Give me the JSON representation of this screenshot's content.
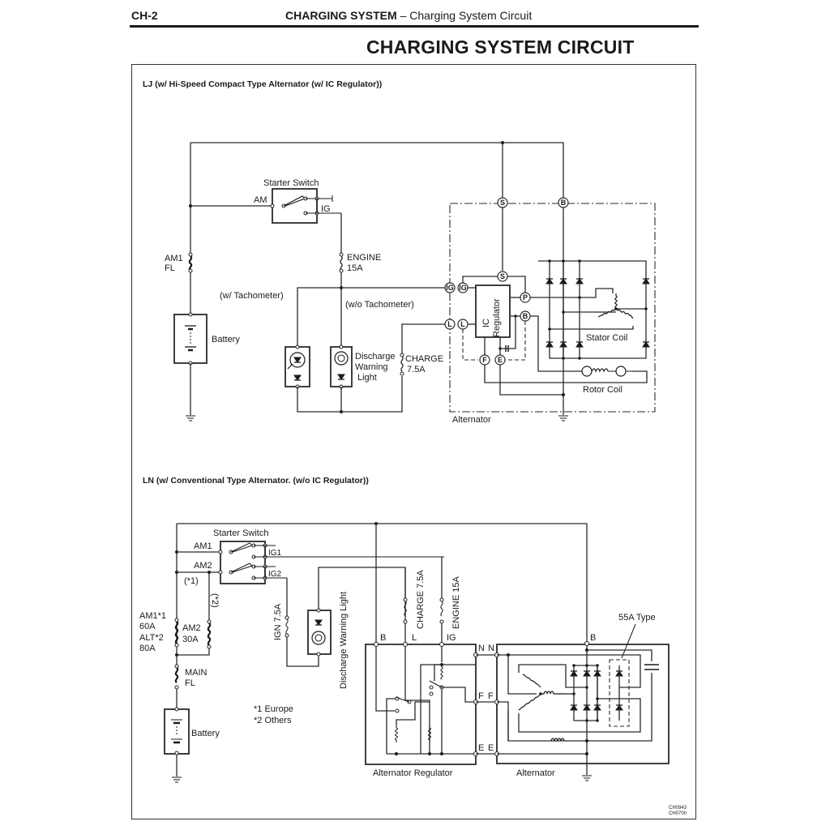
{
  "header": {
    "page_code": "CH-2",
    "section_bold": "CHARGING SYSTEM",
    "section_sep": " – ",
    "section_sub": "Charging System Circuit"
  },
  "page_title": "CHARGING SYSTEM CIRCUIT",
  "diagram_lj": {
    "title": "LJ (w/ Hi-Speed Compact Type Alternator (w/ IC Regulator))",
    "starter_switch": "Starter Switch",
    "am": "AM",
    "ig": "IG",
    "fuse_am1": [
      "AM1",
      "FL"
    ],
    "fuse_engine": [
      "ENGINE",
      "15A"
    ],
    "fuse_charge": [
      "CHARGE",
      "7.5A"
    ],
    "with_tacho": "(w/ Tachometer)",
    "without_tacho": "(w/o Tachometer)",
    "battery": "Battery",
    "warning_light": [
      "Discharge",
      "Warning",
      "Light"
    ],
    "ic_regulator": [
      "IC",
      "Regulator"
    ],
    "terminals": {
      "S": "S",
      "B": "B",
      "IG": "IG",
      "L": "L",
      "P": "P",
      "F": "F",
      "E": "E"
    },
    "stator_coil": "Stator Coil",
    "rotor_coil": "Rotor Coil",
    "alternator": "Alternator"
  },
  "diagram_ln": {
    "title": "LN (w/ Conventional Type Alternator. (w/o IC Regulator))",
    "starter_switch": "Starter Switch",
    "am1": "AM1",
    "am2": "AM2",
    "ig1": "IG1",
    "ig2": "IG2",
    "note1": "(*1)",
    "note2": "(*2)",
    "fuse_am1_alt": [
      "AM1*1",
      "60A",
      "ALT*2",
      "80A"
    ],
    "fuse_am2": [
      "AM2",
      "30A"
    ],
    "fuse_main": [
      "MAIN",
      "FL"
    ],
    "fuse_ign": "IGN 7.5A",
    "fuse_charge": "CHARGE 7.5A",
    "fuse_engine": "ENGINE 15A",
    "warning_light": "Discharge Warning Light",
    "battery": "Battery",
    "footnotes": [
      "*1  Europe",
      "*2  Others"
    ],
    "reg_terminals_top": [
      "B",
      "L",
      "IG"
    ],
    "reg_side": [
      "N",
      "F",
      "E"
    ],
    "alt_side": [
      "N",
      "F",
      "E"
    ],
    "alt_b": "B",
    "type_55a": "55A Type",
    "alternator_regulator": "Alternator Regulator",
    "alternator": "Alternator"
  },
  "figure_codes": [
    "CH0943",
    "CH0700"
  ]
}
